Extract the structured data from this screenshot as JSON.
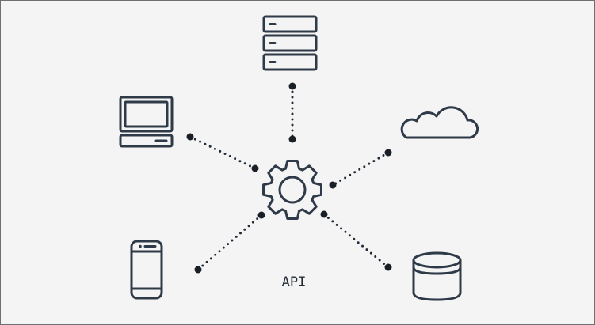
{
  "diagram": {
    "label": "API",
    "nodes": [
      {
        "name": "server",
        "icon": "server-icon"
      },
      {
        "name": "computer",
        "icon": "desktop-computer-icon"
      },
      {
        "name": "cloud",
        "icon": "cloud-icon"
      },
      {
        "name": "mobile",
        "icon": "smartphone-icon"
      },
      {
        "name": "database",
        "icon": "database-icon"
      }
    ],
    "hub_icon": "gear-icon",
    "colors": {
      "background": "#f4f4f4",
      "border": "#6f6f6f",
      "icon_stroke": "#2f3a48",
      "connector": "#1f2a36"
    }
  }
}
